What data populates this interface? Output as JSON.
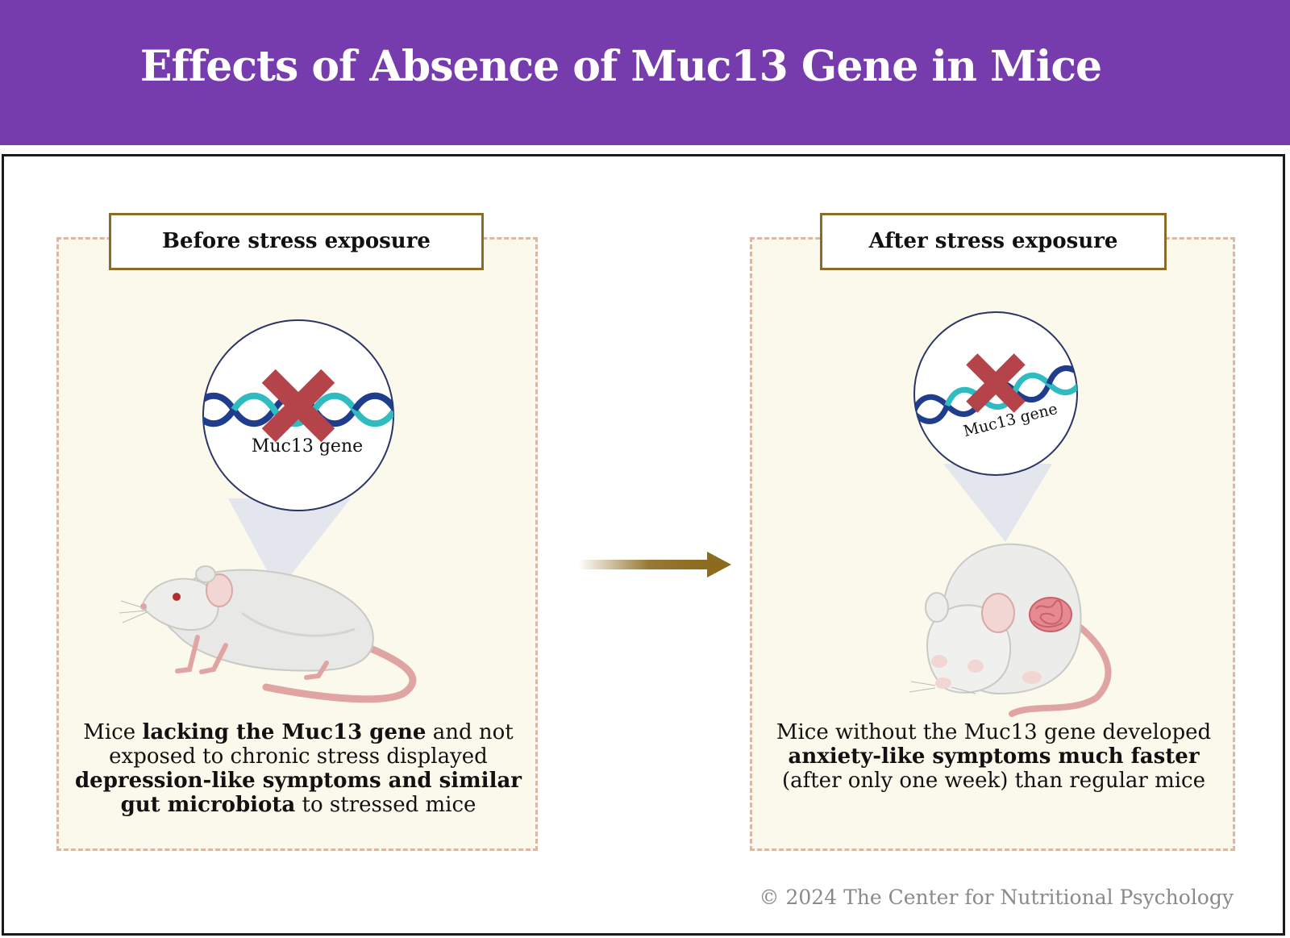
{
  "header": {
    "title": "Effects of Absence of Muc13 Gene in Mice"
  },
  "panels": [
    {
      "label": "Before stress exposure",
      "gene_label": "Muc13 gene",
      "caption": {
        "p1": "Mice ",
        "b1": "lacking the Muc13 gene",
        "p2": " and not exposed to chronic stress displayed ",
        "b2": "depression-like symptoms and similar gut microbiota",
        "p3": " to stressed mice"
      }
    },
    {
      "label": "After stress exposure",
      "gene_label": "Muc13 gene",
      "caption": {
        "p1": "Mice without the Muc13 gene developed ",
        "b1": "anxiety-like symptoms much faster",
        "p2": " (after only one week) than regular mice"
      }
    }
  ],
  "footer": {
    "copyright": "© 2024 The Center for Nutritional Psychology"
  },
  "colors": {
    "header": "#763bad",
    "panel_bg": "#fbf8ec",
    "label_border": "#8c6a28",
    "arrow": "#8c6a1e",
    "cross": "#b5434a",
    "dna_dark": "#1f3d8c",
    "dna_light": "#2ebcc0"
  },
  "icons": [
    "dna-icon",
    "cross-icon",
    "mouse-icon",
    "curled-mouse-icon",
    "gut-icon",
    "arrow-right-icon"
  ]
}
